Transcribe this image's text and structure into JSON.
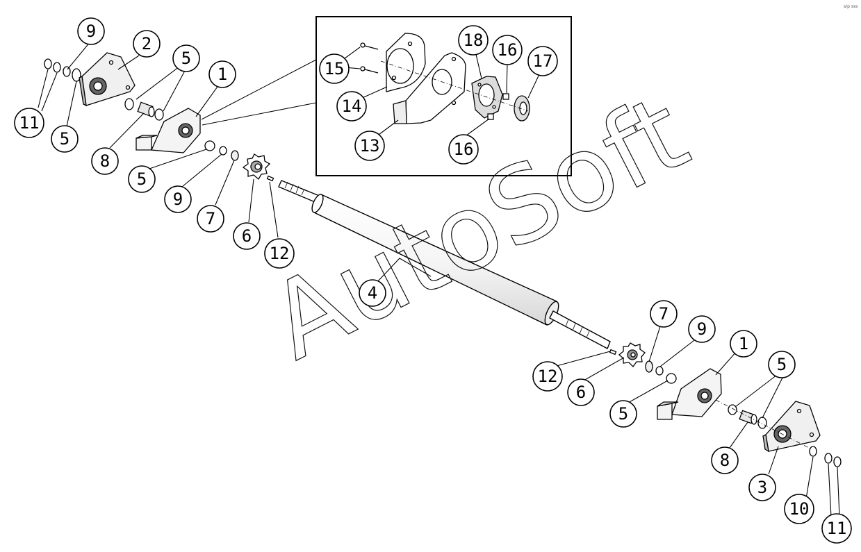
{
  "watermark": "AutoSoft",
  "corner_mark": "s/p sss",
  "callouts": [
    {
      "id": "c1",
      "text": "9"
    },
    {
      "id": "c2",
      "text": "2"
    },
    {
      "id": "c3",
      "text": "5"
    },
    {
      "id": "c4",
      "text": "1"
    },
    {
      "id": "c5",
      "text": "11"
    },
    {
      "id": "c6",
      "text": "5"
    },
    {
      "id": "c7",
      "text": "8"
    },
    {
      "id": "c8",
      "text": "5"
    },
    {
      "id": "c9",
      "text": "9"
    },
    {
      "id": "c10",
      "text": "7"
    },
    {
      "id": "c11",
      "text": "6"
    },
    {
      "id": "c12",
      "text": "12"
    },
    {
      "id": "c13",
      "text": "4"
    },
    {
      "id": "c14",
      "text": "15"
    },
    {
      "id": "c15",
      "text": "14"
    },
    {
      "id": "c16",
      "text": "13"
    },
    {
      "id": "c17",
      "text": "18"
    },
    {
      "id": "c18",
      "text": "16"
    },
    {
      "id": "c19",
      "text": "17"
    },
    {
      "id": "c20",
      "text": "16"
    },
    {
      "id": "c21",
      "text": "7"
    },
    {
      "id": "c22",
      "text": "9"
    },
    {
      "id": "c23",
      "text": "1"
    },
    {
      "id": "c24",
      "text": "5"
    },
    {
      "id": "c25",
      "text": "12"
    },
    {
      "id": "c26",
      "text": "6"
    },
    {
      "id": "c27",
      "text": "5"
    },
    {
      "id": "c28",
      "text": "8"
    },
    {
      "id": "c29",
      "text": "3"
    },
    {
      "id": "c30",
      "text": "10"
    },
    {
      "id": "c31",
      "text": "11"
    }
  ]
}
